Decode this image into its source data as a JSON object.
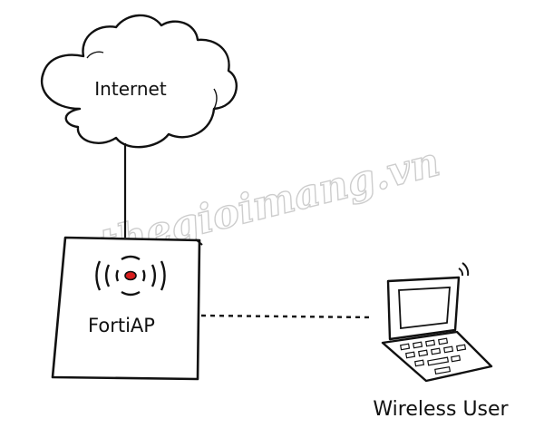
{
  "diagram": {
    "internet_label": "Internet",
    "ap_label": "FortiAP",
    "user_label": "Wireless User",
    "watermark": "thegioimang.vn"
  },
  "colors": {
    "ink": "#111111",
    "ap_indicator": "#d81e1e",
    "watermark": "#c8c8c8"
  },
  "icons": [
    "cloud-icon",
    "wifi-signal-icon",
    "access-point-icon",
    "laptop-icon"
  ]
}
